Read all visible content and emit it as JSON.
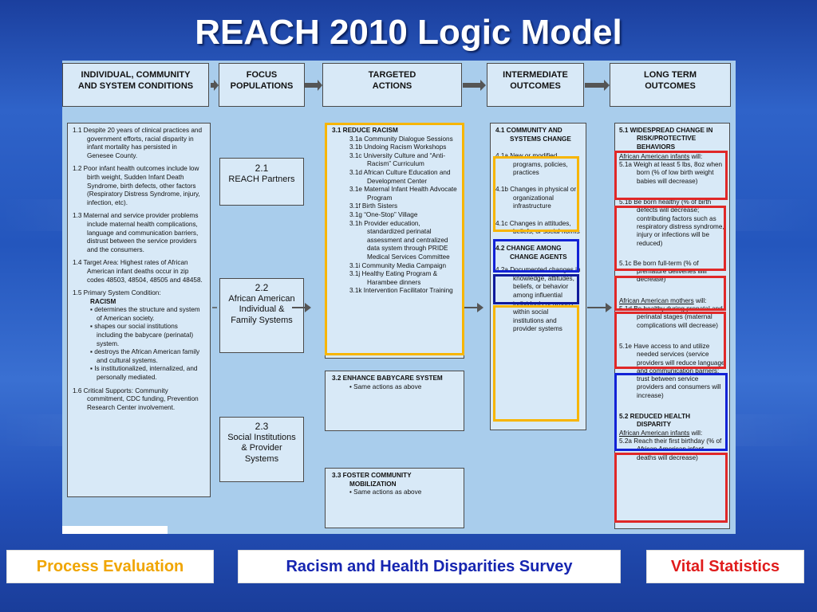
{
  "title": "REACH 2010 Logic Model",
  "colors": {
    "gold": "#f7b500",
    "red": "#e02828",
    "blue": "#1222d6",
    "navy": "#0f1a9c"
  },
  "headers": [
    {
      "l1": "INDIVIDUAL, COMMUNITY",
      "l2": "AND SYSTEM CONDITIONS"
    },
    {
      "l1": "FOCUS",
      "l2": "POPULATIONS"
    },
    {
      "l1": "TARGETED",
      "l2": "ACTIONS"
    },
    {
      "l1": "INTERMEDIATE",
      "l2": "OUTCOMES"
    },
    {
      "l1": "LONG TERM",
      "l2": "OUTCOMES"
    }
  ],
  "conditions": [
    "1.1  Despite 20 years of clinical practices and government efforts, racial disparity in infant mortality has persisted in Genesee County.",
    "1.2  Poor infant health outcomes include low birth weight, Sudden Infant Death Syndrome, birth defects, other factors (Respiratory Distress Syndrome, injury, infection, etc).",
    "1.3  Maternal and service provider problems include maternal health complications, language and communication barriers, distrust between the service providers and the consumers.",
    "1.4  Target Area: Highest rates of African American infant deaths occur in zip codes 48503, 48504, 48505 and 48458.",
    "1.5  Primary System Condition:",
    "RACISM",
    "determines the structure and system of American society.",
    "shapes our social institutions including the babycare (perinatal) system.",
    "destroys the African American family and cultural systems.",
    "Is institutionalized, internalized, and personally mediated.",
    "1.6  Critical Supports: Community commitment, CDC funding, Prevention Research Center involvement."
  ],
  "focus": [
    {
      "num": "2.1",
      "label": "REACH Partners"
    },
    {
      "num": "2.2",
      "label": "African American Individual & Family Systems"
    },
    {
      "num": "2.3",
      "label": "Social Institutions & Provider Systems"
    }
  ],
  "actions": {
    "a31": "3.1   REDUCE RACISM",
    "items": [
      "3.1a Community Dialogue Sessions",
      "3.1b Undoing Racism Workshops",
      "3.1c University Culture and “Anti-Racism” Curriculum",
      "3.1d African Culture Education and Development Center",
      "3.1e Maternal Infant Health Advocate Program",
      "3.1f Birth Sisters",
      "3.1g “One-Stop” Village",
      "3.1h Provider education, standardized perinatal assessment and centralized data system through PRIDE Medical Services Committee",
      "3.1i Community Media Campaign",
      "3.1j  Healthy Eating Program & Harambee dinners",
      "3.1k Intervention Facilitator Training"
    ],
    "a32": "3.2   ENHANCE BABYCARE SYSTEM",
    "a32b": "•     Same actions as above",
    "a33": "3.3   FOSTER COMMUNITY MOBILIZATION",
    "a33b": "•     Same actions as above"
  },
  "intermediate": {
    "h41": "4.1 COMMUNITY AND SYSTEMS CHANGE",
    "i41a": "4.1a New or modified programs, policies, practices",
    "i41b": "4.1b Changes in physical or organizational infrastructure",
    "i41c": "4.1c Changes in attitudes, beliefs, or social norms",
    "h42": "4.2 CHANGE AMONG CHANGE AGENTS",
    "i42a": "4.2a Documented changes in knowledge, attitudes, beliefs, or behavior among influential individuals or groups within social institutions and provider systems"
  },
  "longterm": {
    "h51": "5.1  WIDESPREAD CHANGE IN RISK/PROTECTIVE BEHAVIORS",
    "aa_infants": "African American infants",
    "will": " will:",
    "i51a": "5.1a  Weigh at least 5 lbs, 8oz when born (% of low birth weight babies will decrease)",
    "i51b": "5.1b Be born healthy (% of birth defects will decrease; contributing factors such as respiratory distress syndrome, injury or infections will be reduced)",
    "i51c": "5.1c Be born full-term (% of premature deliveries will decrease)",
    "aa_mothers": "African American mothers",
    "will2": " will:",
    "i51d": "5.1d Be healthy during prenatal and perinatal stages (maternal complications will decrease)",
    "i51e": "5.1e Have access to and utilize needed services (service providers will reduce language and communication barriers; trust between service providers and consumers will increase)",
    "h52": "5.2   REDUCED HEALTH DISPARITY",
    "aa_infants2": "African American infants",
    "will3": " will:",
    "i52a": "5.2a Reach their first birthday (% of African American infant deaths will decrease)"
  },
  "bottom": {
    "process": "Process Evaluation",
    "survey": "Racism and Health Disparities Survey",
    "vital": "Vital Statistics"
  }
}
